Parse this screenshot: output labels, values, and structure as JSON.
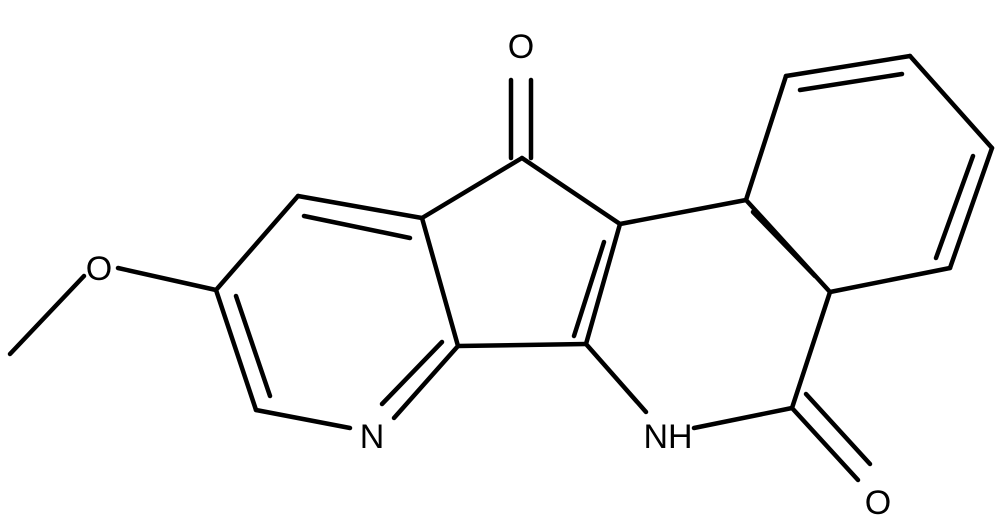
{
  "structure": {
    "atoms": {
      "carbonyl_oxygen_top": "O",
      "methoxy_oxygen": "O",
      "pyridine_nitrogen": "N",
      "amide_nitrogen": "NH",
      "amide_oxygen": "O"
    }
  }
}
